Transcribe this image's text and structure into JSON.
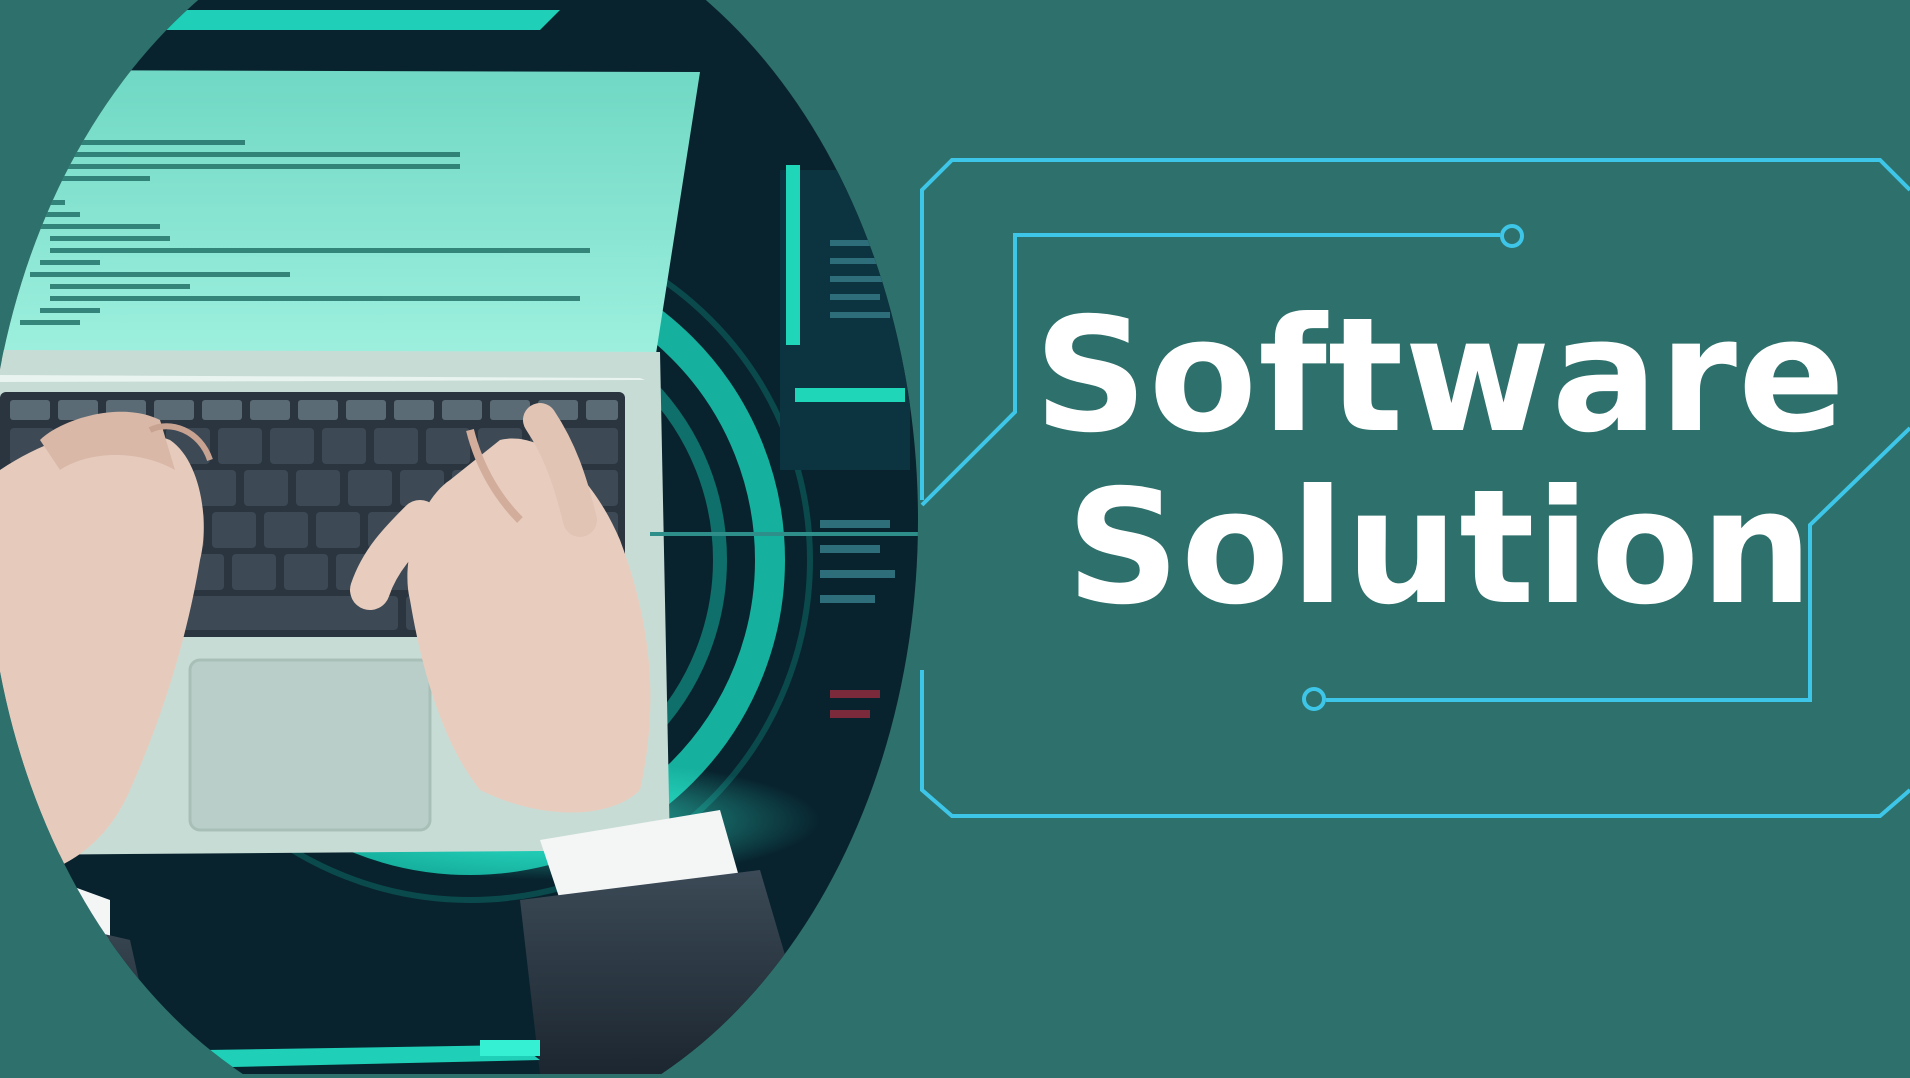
{
  "colors": {
    "background": "#2e706b",
    "frame": "#3ec6e8",
    "headline": "#ffffff",
    "photo_accent": "#23d8c0",
    "photo_dark": "#08232e"
  },
  "headline": {
    "line1": "Software",
    "line2": "Solution"
  },
  "photo": {
    "subject": "hands-typing-on-laptop"
  }
}
